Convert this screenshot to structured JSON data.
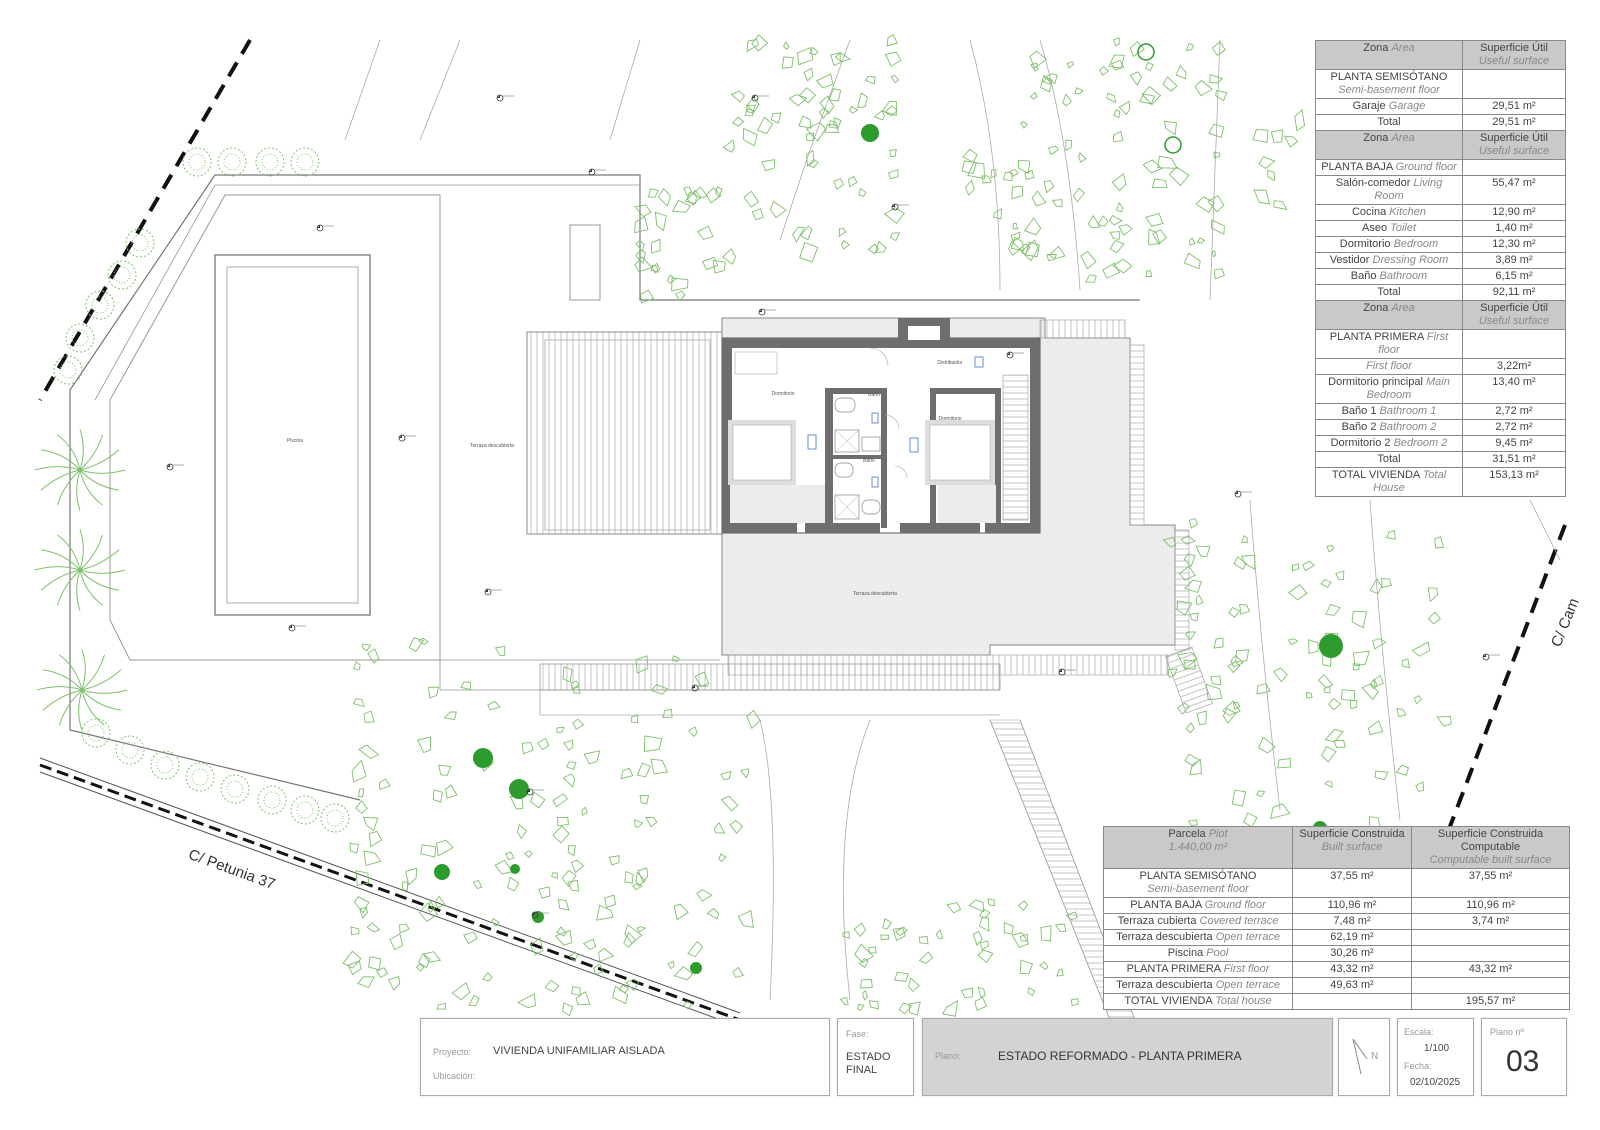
{
  "streets": {
    "petunia": "C/ Petunia 37",
    "right": "C/ Cam"
  },
  "rooms": {
    "pool": "Piscina",
    "open_terrace_left": "Terraza descubierta",
    "dormitorio": "Dormitorio",
    "bano1": "Baño",
    "bano2": "Baño",
    "distribuidor": "Distribuidor",
    "dormitorio2": "Dormitorio",
    "open_terrace_bottom": "Terraza descubierta"
  },
  "areas_table": {
    "header": {
      "zone": "Zona",
      "zone_en": "Area",
      "surface": "Superficie Útil",
      "surface_en": "Useful surface"
    },
    "sections": [
      {
        "floor": "PLANTA SEMISÓTANO",
        "floor_en": "Semi-basement floor",
        "rows": [
          {
            "es": "Garaje",
            "en": "Garage",
            "value": "29,51 m²"
          }
        ],
        "total_label": "Total",
        "total": "29,51 m²"
      },
      {
        "floor": "PLANTA BAJA",
        "floor_en": "Ground floor",
        "rows": [
          {
            "es": "Salón-comedor",
            "en": "Living Room",
            "value": "55,47 m²"
          },
          {
            "es": "Cocina",
            "en": "Kitchen",
            "value": "12,90 m²"
          },
          {
            "es": "Aseo",
            "en": "Toilet",
            "value": "1,40 m²"
          },
          {
            "es": "Dormitorio",
            "en": "Bedroom",
            "value": "12,30 m²"
          },
          {
            "es": "Vestidor",
            "en": "Dressing Room",
            "value": "3,89 m²"
          },
          {
            "es": "Baño",
            "en": "Bathroom",
            "value": "6,15 m²"
          }
        ],
        "total_label": "Total",
        "total": "92,11 m²"
      },
      {
        "floor": "PLANTA PRIMERA",
        "floor_en": "First floor",
        "rows": [
          {
            "es": "",
            "en": "First floor",
            "value": "3,22m²"
          },
          {
            "es": "Dormitorio principal",
            "en": "Main Bedroom",
            "value": "13,40 m²"
          },
          {
            "es": "Baño 1",
            "en": "Bathroom 1",
            "value": "2,72 m²"
          },
          {
            "es": "Baño 2",
            "en": "Bathroom 2",
            "value": "2,72 m²"
          },
          {
            "es": "Dormitorio 2",
            "en": "Bedroom 2",
            "value": "9,45 m²"
          }
        ],
        "total_label": "Total",
        "total": "31,51 m²"
      }
    ],
    "grand_total_label": "TOTAL VIVIENDA",
    "grand_total_label_en": "Total House",
    "grand_total": "153,13 m²"
  },
  "built_table": {
    "header": {
      "plot": "Parcela",
      "plot_en": "Plot",
      "plot_area": "1.440,00 m²",
      "built": "Superficie Construida",
      "built_en": "Built surface",
      "computable": "Superficie Construida Computable",
      "computable_en": "Computable built surface"
    },
    "rows": [
      {
        "es": "PLANTA SEMISÓTANO",
        "en": "Semi-basement floor",
        "built": "37,55 m²",
        "computable": "37,55 m²"
      },
      {
        "es": "PLANTA BAJA",
        "en": "Ground floor",
        "built": "110,96 m²",
        "computable": "110,96 m²"
      },
      {
        "es": "Terraza cubierta",
        "en": "Covered terrace",
        "built": "7,48 m²",
        "computable": "3,74 m²"
      },
      {
        "es": "Terraza descubierta",
        "en": "Open terrace",
        "built": "62,19 m²",
        "computable": ""
      },
      {
        "es": "Piscina",
        "en": "Pool",
        "built": "30,26 m²",
        "computable": ""
      },
      {
        "es": "PLANTA PRIMERA",
        "en": "First floor",
        "built": "43,32 m²",
        "computable": "43,32 m²"
      },
      {
        "es": "Terraza descubierta",
        "en": "Open terrace",
        "built": "49,63 m²",
        "computable": ""
      },
      {
        "es": "TOTAL VIVIENDA",
        "en": "Total house",
        "built": "",
        "computable": "195,57 m²"
      }
    ]
  },
  "title_block": {
    "project_label": "Proyecto:",
    "project": "VIVIENDA UNIFAMILIAR AISLADA",
    "location_label": "Ubicación:",
    "phase_label": "Fase:",
    "phase": "ESTADO FINAL",
    "plan_label": "Plano:",
    "plan": "ESTADO REFORMADO - PLANTA PRIMERA",
    "north": "N",
    "scale_label": "Escala:",
    "scale": "1/100",
    "date_label": "Fecha:",
    "date": "02/10/2025",
    "sheet_label": "Plano nº",
    "sheet": "03"
  },
  "colors": {
    "vegetation": "#7dc06a",
    "tree_fill": "#2e9b2e",
    "header_gray": "#c9c9c9",
    "terrace_gray": "#ececec",
    "wall": "#6e6e6e"
  }
}
